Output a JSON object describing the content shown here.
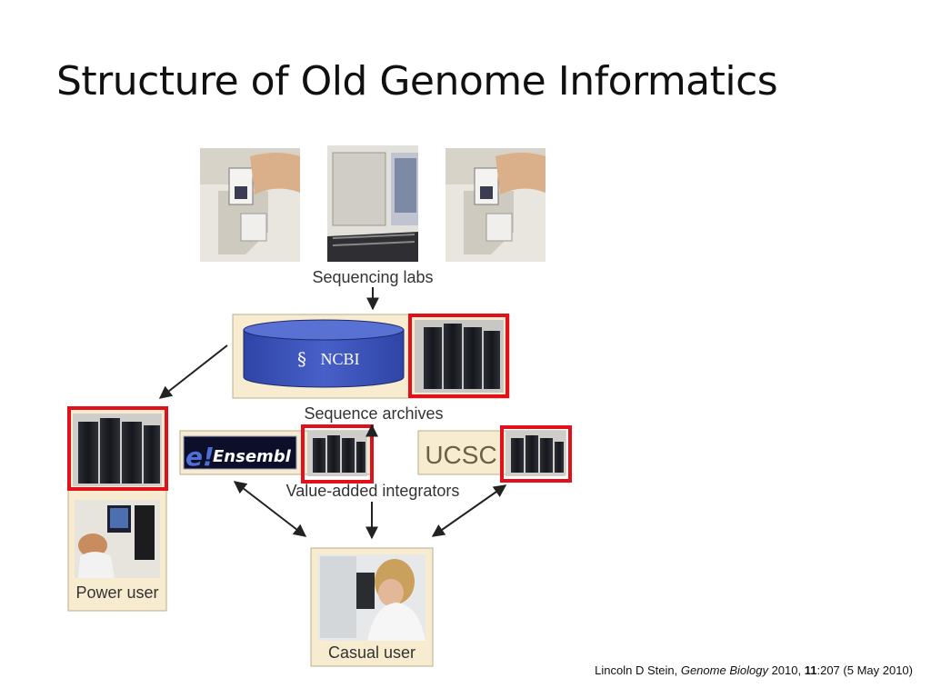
{
  "slide": {
    "title": "Structure of Old Genome Informatics"
  },
  "diagram": {
    "sequencing_labs_label": "Sequencing labs",
    "ncbi_logo_text": "NCBI",
    "sequence_archives_label": "Sequence archives",
    "ensembl_logo_e": "e!",
    "ensembl_logo_text": "Ensembl",
    "ucsc_logo_text": "UCSC",
    "value_added_label": "Value-added integrators",
    "power_user_label": "Power user",
    "casual_user_label": "Casual user"
  },
  "citation": {
    "author": "Lincoln D Stein, ",
    "journal": "Genome Biology",
    "year": " 2010, ",
    "volume": "11",
    "rest": ":207 (5 May 2010)"
  },
  "colors": {
    "highlight_red": "#e2101a",
    "box_beige": "#f7ecd0",
    "ncbi_blue": "#3b52b5"
  }
}
